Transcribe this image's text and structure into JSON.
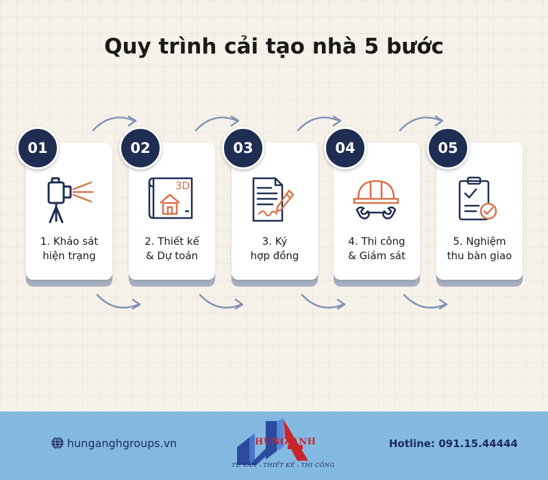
{
  "title": "Quy trình cải tạo nhà 5 bước",
  "steps": [
    {
      "number": "01",
      "line1": "1. Khảo sát",
      "line2": "hiện trạng",
      "icon": "surveyor-camera-icon"
    },
    {
      "number": "02",
      "line1": "2. Thiết kế",
      "line2": "& Dự toán",
      "icon": "blueprint-3d-house-icon",
      "icon_text": "3D"
    },
    {
      "number": "03",
      "line1": "3. Ký",
      "line2": "hợp đồng",
      "icon": "contract-document-pen-icon"
    },
    {
      "number": "04",
      "line1": "4. Thi công",
      "line2": "& Giám sát",
      "icon": "hardhat-wrench-icon"
    },
    {
      "number": "05",
      "line1": "5. Nghiệm",
      "line2": "thu bàn giao",
      "icon": "checklist-clipboard-icon"
    }
  ],
  "footer": {
    "website": "hunganghgroups.vn",
    "hotline": "Hotline: 091.15.44444",
    "logo_name": "HÙNG ANH",
    "logo_tagline": "TƯ VẤN - THIẾT KẾ - THI CÔNG"
  },
  "colors": {
    "navy": "#1f2d52",
    "accent_orange": "#d9714a",
    "card_shadow": "#a7b0c0",
    "footer_blue": "#84b9e2",
    "arrow": "#7f93b5"
  }
}
